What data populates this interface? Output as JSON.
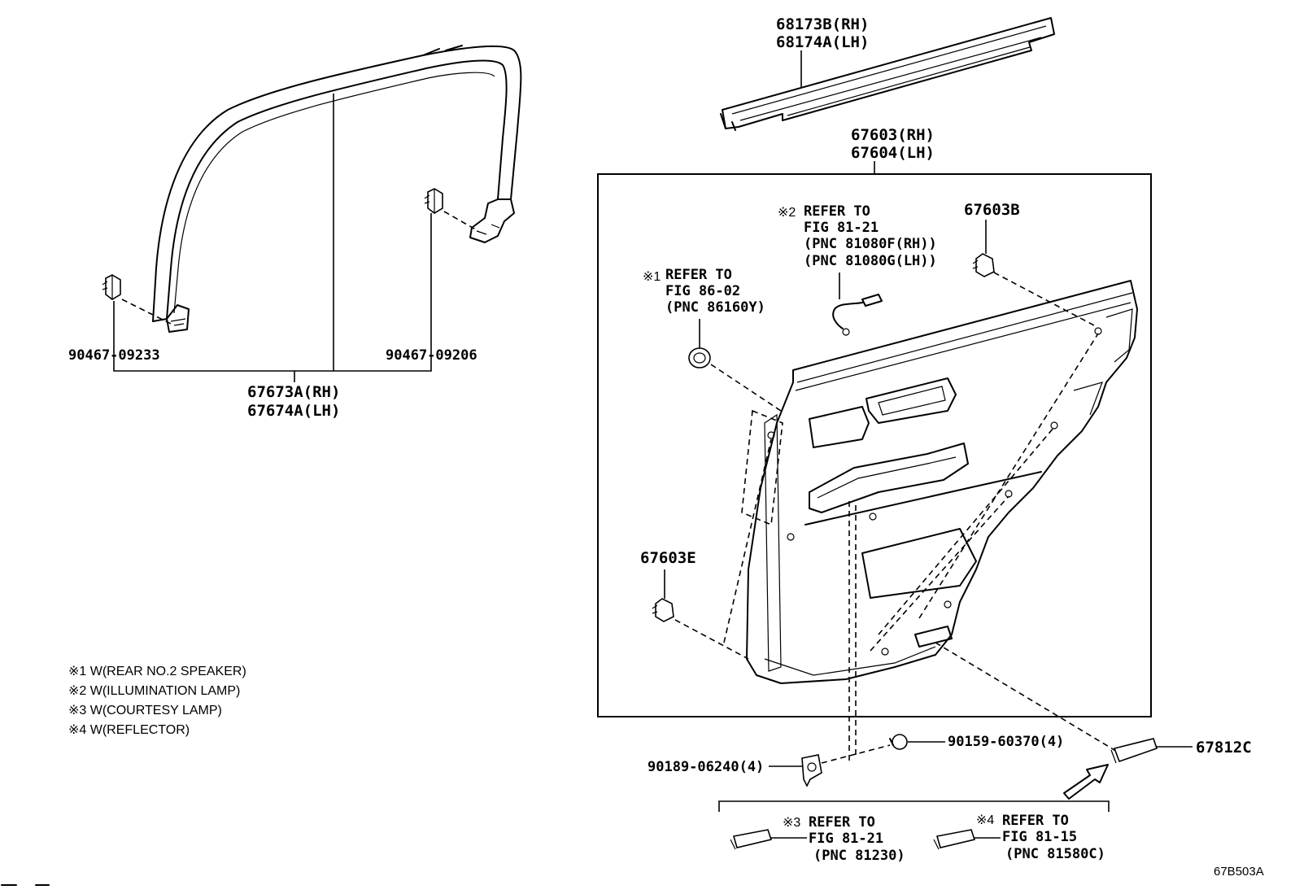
{
  "parts": {
    "belt_moulding": [
      "68173B(RH)",
      "68174A(LH)"
    ],
    "door_trim_panel": [
      "67603(RH)",
      "67604(LH)"
    ],
    "weatherstrip_assy": [
      "67673A(RH)",
      "67674A(LH)"
    ],
    "clip_left": "90467-09233",
    "clip_right": "90467-09206",
    "clip_67603B": "67603B",
    "clip_67603E": "67603E",
    "screw": "90159-60370(4)",
    "bracket": "90189-06240(4)",
    "lamp_cover": "67812C"
  },
  "refs": {
    "r1": {
      "mark": "※1",
      "lines": [
        "REFER TO",
        "FIG 86-02",
        "(PNC 86160Y)"
      ]
    },
    "r2": {
      "mark": "※2",
      "lines": [
        "REFER TO",
        "FIG 81-21",
        "(PNC 81080F(RH))",
        "(PNC 81080G(LH))"
      ]
    },
    "r3": {
      "mark": "※3",
      "lines": [
        "REFER TO",
        "FIG 81-21",
        "(PNC 81230)"
      ]
    },
    "r4": {
      "mark": "※4",
      "lines": [
        "REFER TO",
        "FIG 81-15",
        "(PNC 81580C)"
      ]
    }
  },
  "notes": [
    "※1 W(REAR NO.2 SPEAKER)",
    "※2 W(ILLUMINATION LAMP)",
    "※3 W(COURTESY LAMP)",
    "※4 W(REFLECTOR)"
  ],
  "figure_code": "67B503A"
}
